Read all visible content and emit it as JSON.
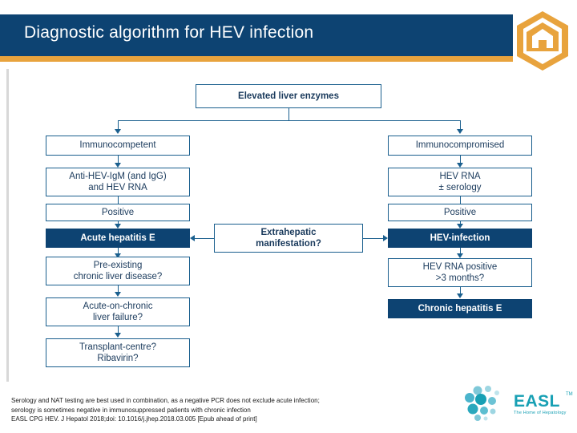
{
  "header": {
    "title": "Diagnostic algorithm for HEV infection",
    "logo_icon": "hexagon-house-icon"
  },
  "flow": {
    "top": {
      "label": "Elevated liver enzymes"
    },
    "left_column": [
      {
        "label": "Immunocompetent"
      },
      {
        "label": "Anti-HEV-IgM (and IgG)\nand HEV RNA"
      },
      {
        "label": "Positive"
      },
      {
        "label": "Acute hepatitis E"
      },
      {
        "label": "Pre-existing\nchronic liver disease?"
      },
      {
        "label": "Acute-on-chronic\nliver failure?"
      },
      {
        "label": "Transplant-centre?\nRibavirin?"
      }
    ],
    "right_column": [
      {
        "label": "Immunocompromised"
      },
      {
        "label": "HEV RNA\n± serology"
      },
      {
        "label": "Positive"
      },
      {
        "label": "HEV-infection"
      },
      {
        "label": "HEV RNA positive\n>3 months?"
      },
      {
        "label": "Chronic hepatitis E"
      }
    ],
    "center": {
      "label": "Extrahepatic\nmanifestation?"
    }
  },
  "footnote": {
    "line1": "Serology and NAT testing are best used in combination, as a negative PCR does not exclude acute infection;",
    "line2": "serology is sometimes negative in immunosuppressed patients with chronic infection",
    "line3": "EASL CPG HEV. J Hepatol 2018;doi: 10.1016/j.jhep.2018.03.005 [Epub ahead of print]"
  },
  "brand": {
    "name": "EASL",
    "tm": "TM",
    "tagline": "The Home of Hepatology",
    "logo_icon": "easl-bubbles-icon",
    "accent_color": "#18a0b4"
  },
  "colors": {
    "header_blue": "#0d4372",
    "header_gold": "#e8a33d",
    "box_border": "#1a5f8e",
    "box_text": "#1a3a5c"
  }
}
